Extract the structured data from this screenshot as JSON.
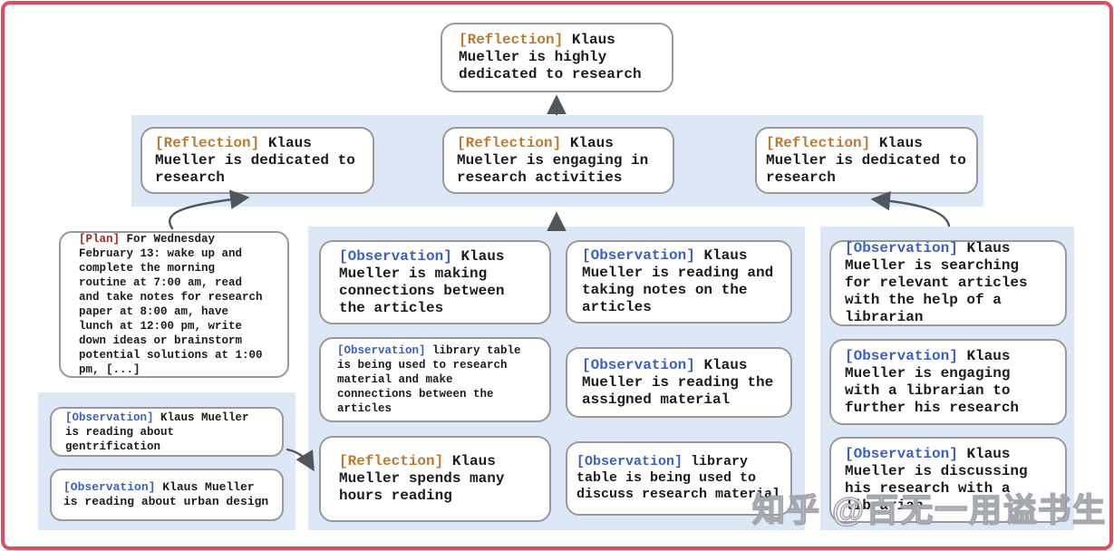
{
  "colors": {
    "frame": "#d8505f",
    "band": "#dde8f7",
    "border": "#999999",
    "text": "#1b1b1b",
    "reflection": "#bd7a33",
    "observation": "#3b5fc2",
    "plan": "#962d26",
    "arrow": "#51565c"
  },
  "nodes": {
    "root": {
      "tag": "[Reflection]",
      "text": "Klaus Mueller is highly dedicated to research"
    },
    "reflections": [
      {
        "tag": "[Reflection]",
        "text": "Klaus Mueller is dedicated to research"
      },
      {
        "tag": "[Reflection]",
        "text": "Klaus Mueller is engaging in research activities"
      },
      {
        "tag": "[Reflection]",
        "text": "Klaus Mueller is dedicated to research"
      }
    ],
    "plan": {
      "tag": "[Plan]",
      "text": "For Wednesday February 13: wake up and complete the morning routine at 7:00 am, read and take notes for research paper at 8:00 am, have lunch at 12:00 pm, write down ideas or brainstorm potential solutions at 1:00 pm, [...]"
    },
    "left_observations": [
      {
        "tag": "[Observation]",
        "text": "Klaus Mueller is reading about gentrification"
      },
      {
        "tag": "[Observation]",
        "text": "Klaus Mueller is reading about urban design"
      }
    ],
    "middle_left": [
      {
        "tag": "[Observation]",
        "text": "Klaus Mueller is making connections between the articles"
      },
      {
        "tag": "[Observation]",
        "text": "library table is being used to research material and make connections between the articles"
      },
      {
        "tag": "[Reflection]",
        "text": "Klaus Mueller spends many hours reading"
      }
    ],
    "middle_right": [
      {
        "tag": "[Observation]",
        "text": "Klaus Mueller is reading and taking notes on the articles"
      },
      {
        "tag": "[Observation]",
        "text": "Klaus Mueller is reading the assigned material"
      },
      {
        "tag": "[Observation]",
        "text": "library table is being used to discuss research material"
      }
    ],
    "right_column": [
      {
        "tag": "[Observation]",
        "text": "Klaus Mueller is searching for relevant articles with the help of a librarian"
      },
      {
        "tag": "[Observation]",
        "text": "Klaus Mueller is engaging with a librarian to further his research"
      },
      {
        "tag": "[Observation]",
        "text": "Klaus Mueller is discussing his research with a librarian"
      }
    ]
  },
  "watermark": {
    "text": "知乎 @百无一用谥书生"
  }
}
